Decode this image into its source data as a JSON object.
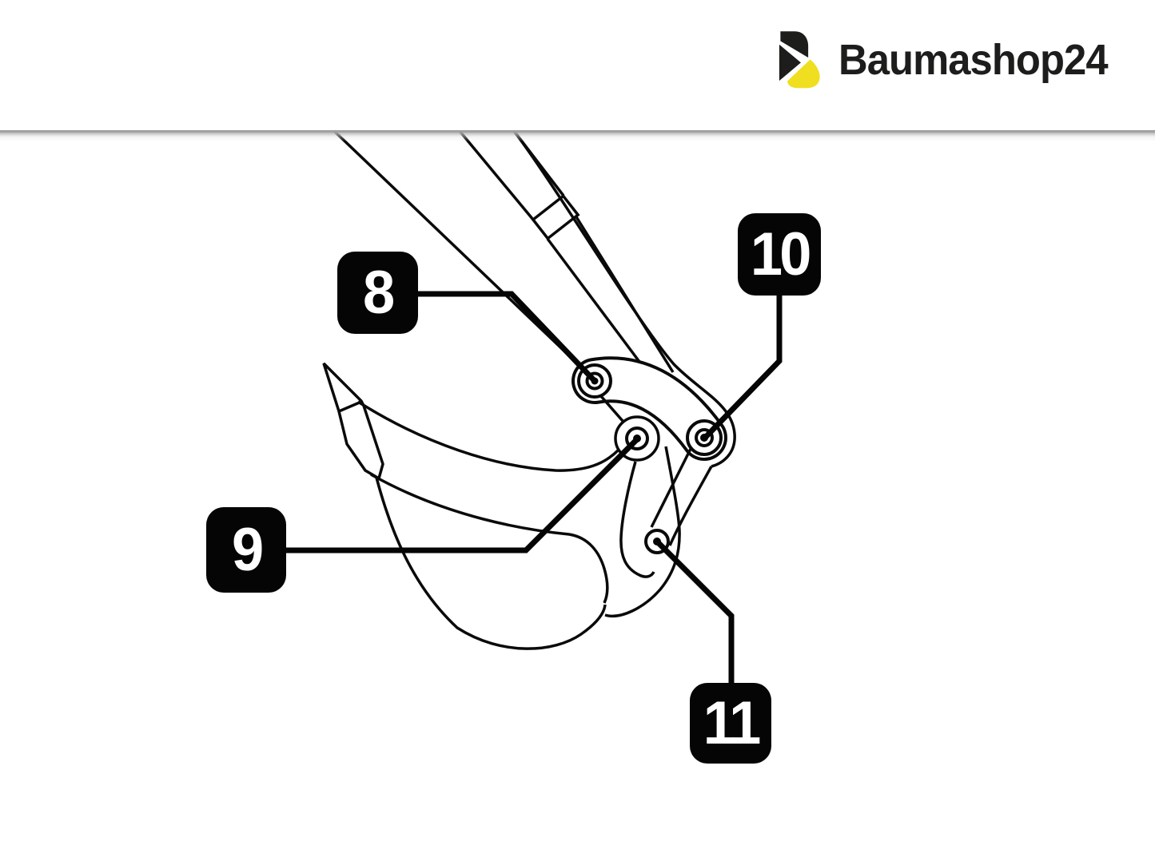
{
  "brand": {
    "name": "Baumashop24",
    "dark_color": "#1d1d1b",
    "yellow_color": "#f0df20"
  },
  "diagram": {
    "type": "parts-callout-illustration",
    "subject": "excavator stick, bucket and linkage pivot pins",
    "callouts": [
      {
        "number": "8"
      },
      {
        "number": "9"
      },
      {
        "number": "10"
      },
      {
        "number": "11"
      }
    ]
  },
  "colors": {
    "line": "#0a0a0a",
    "label_background": "#050505",
    "label_text": "#ffffff",
    "divider": "#9e9e9e"
  }
}
